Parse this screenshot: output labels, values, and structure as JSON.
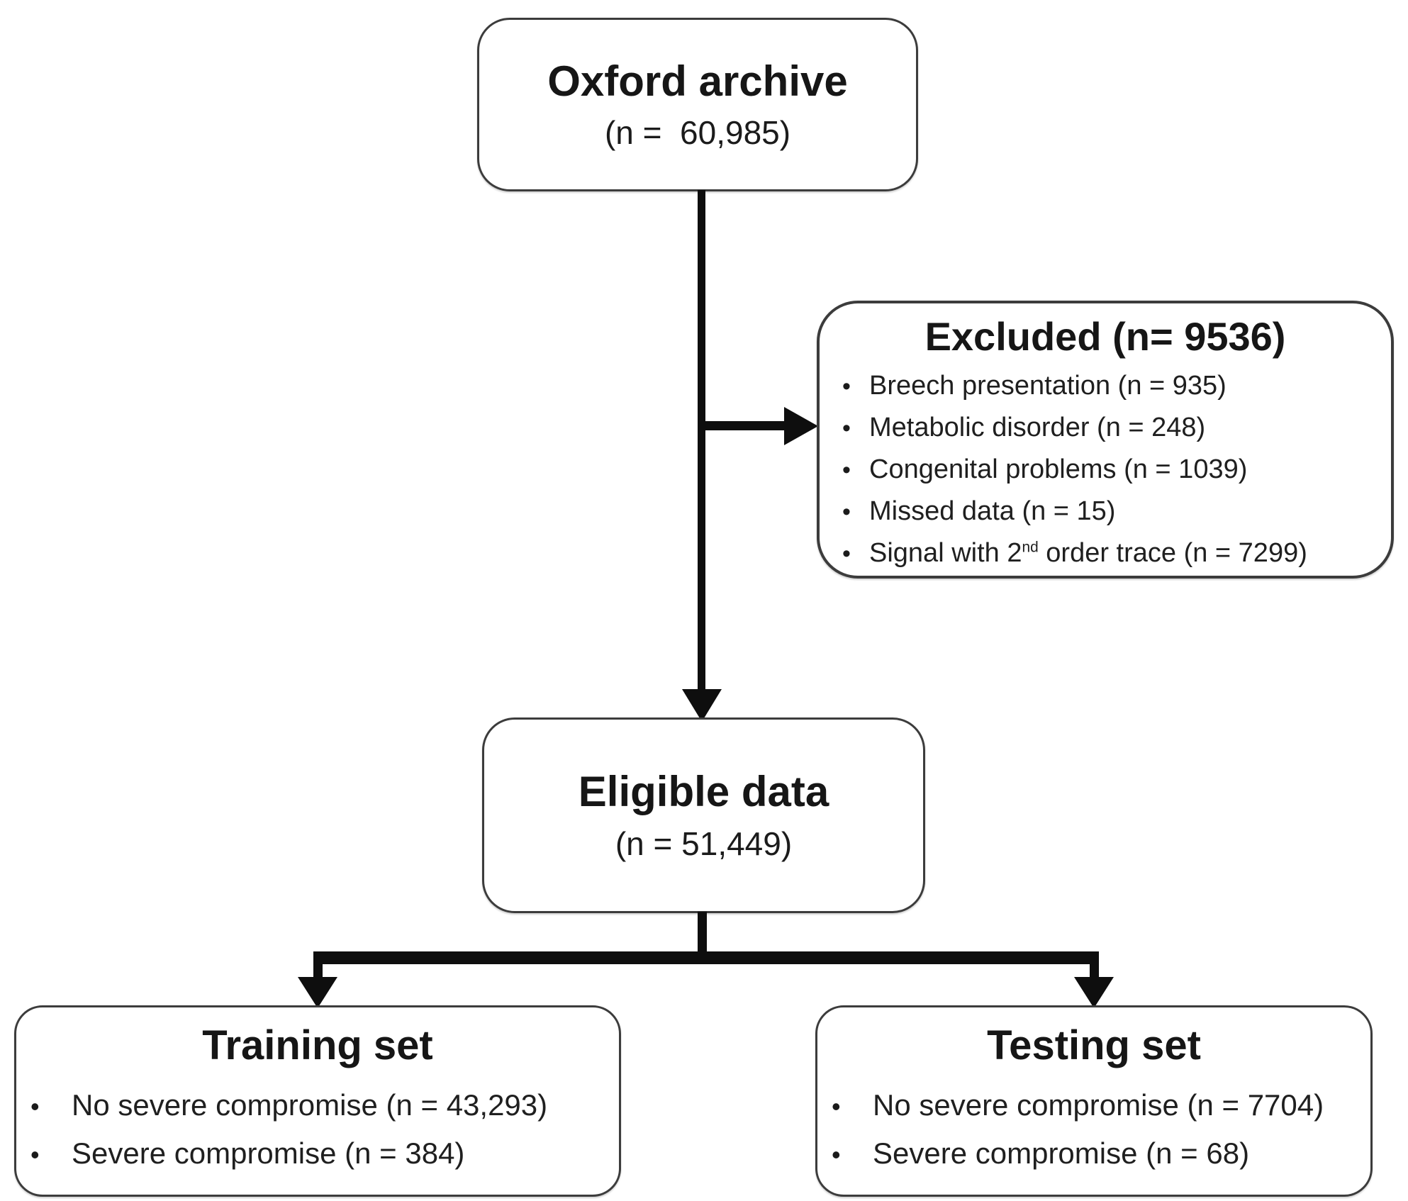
{
  "ui": {
    "bullet": "•"
  },
  "boxes": {
    "oxford": {
      "title": "Oxford archive",
      "subtitle": "(n =  60,985)"
    },
    "excluded": {
      "title": "Excluded (n= 9536)",
      "items": [
        "Breech presentation (n = 935)",
        "Metabolic disorder (n = 248)",
        "Congenital problems (n = 1039)",
        "Missed data (n = 15)",
        {
          "pre": "Signal with 2",
          "sup": "nd",
          "post": " order trace (n = 7299)"
        }
      ]
    },
    "eligible": {
      "title": "Eligible data",
      "subtitle": "(n = 51,449)"
    },
    "training": {
      "title": "Training set",
      "items": [
        "No severe compromise (n = 43,293)",
        "Severe compromise (n = 384)"
      ]
    },
    "testing": {
      "title": "Testing set",
      "items": [
        "No severe compromise (n = 7704)",
        "Severe compromise (n = 68)"
      ]
    }
  }
}
